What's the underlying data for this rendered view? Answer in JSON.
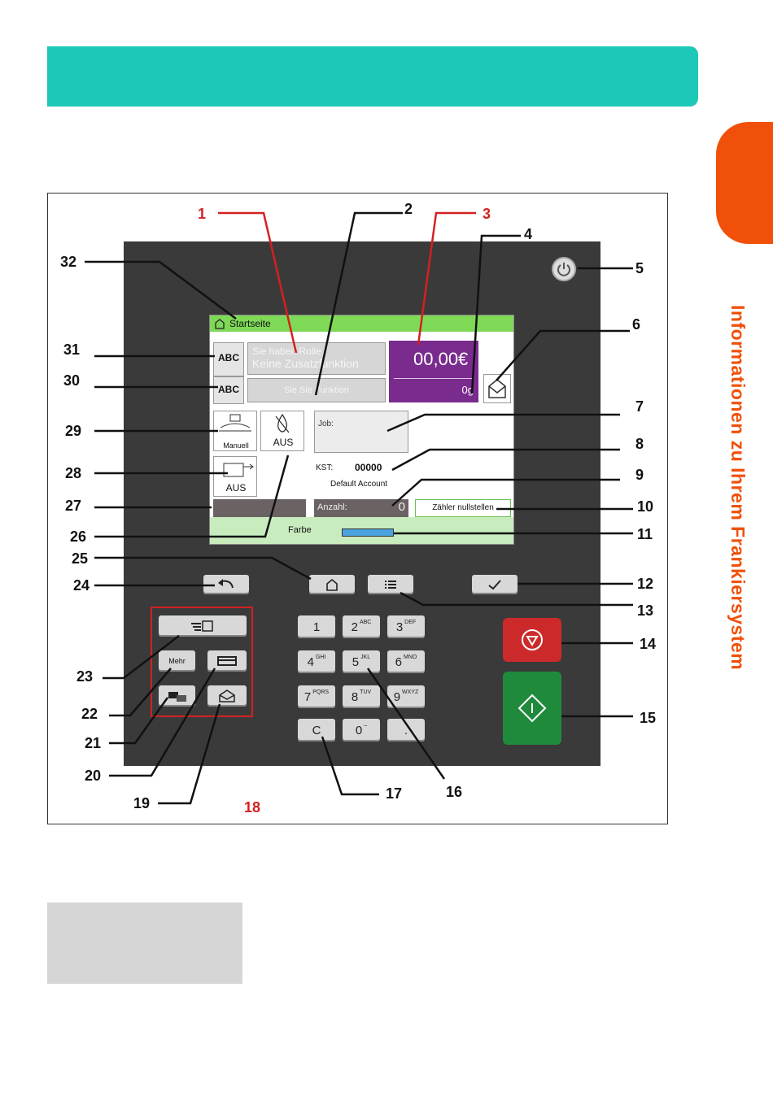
{
  "side_title": "Informationen zu Ihrem Frankiersystem",
  "screen": {
    "header": "Startseite",
    "info_line1": "Sie haben Rolle",
    "info_line2": "Keine Zusatzfunktion",
    "info_line3": "Sie Sie Funktion",
    "amount": "00,00€",
    "weight": "0g",
    "manual_label": "Manuell",
    "ink_off": "AUS",
    "feed_off": "AUS",
    "job_label": "Job:",
    "kst_label": "KST:",
    "kst_value": "00000",
    "account": "Default Account",
    "count_label": "Anzahl:",
    "count_value": "0",
    "reset_button": "Zähler nullstellen",
    "color_label": "Farbe",
    "color_level": 1.0,
    "ABC_icon": "ABC"
  },
  "keypad": [
    {
      "num": "1",
      "letters": ""
    },
    {
      "num": "2",
      "letters": "ABC"
    },
    {
      "num": "3",
      "letters": "DEF"
    },
    {
      "num": "4",
      "letters": "GHI"
    },
    {
      "num": "5",
      "letters": "JKL"
    },
    {
      "num": "6",
      "letters": "MNO"
    },
    {
      "num": "7",
      "letters": "PQRS"
    },
    {
      "num": "8",
      "letters": "TUV"
    },
    {
      "num": "9",
      "letters": "WXYZ"
    },
    {
      "num": "C",
      "letters": ""
    },
    {
      "num": "0",
      "letters": "–"
    },
    {
      "num": ".",
      "letters": ""
    }
  ],
  "mehr_label": "Mehr",
  "callouts": [
    "1",
    "2",
    "3",
    "4",
    "5",
    "6",
    "7",
    "8",
    "9",
    "10",
    "11",
    "12",
    "13",
    "14",
    "15",
    "16",
    "17",
    "18",
    "19",
    "20",
    "21",
    "22",
    "23",
    "24",
    "25",
    "26",
    "27",
    "28",
    "29",
    "30",
    "31",
    "32"
  ],
  "colors": {
    "teal": "#1ec8b8",
    "orange": "#f0500a",
    "purple": "#7a2b8e",
    "red_button": "#cc2a2a",
    "green_button": "#1f8a3c",
    "screen_green": "#7ed957"
  }
}
